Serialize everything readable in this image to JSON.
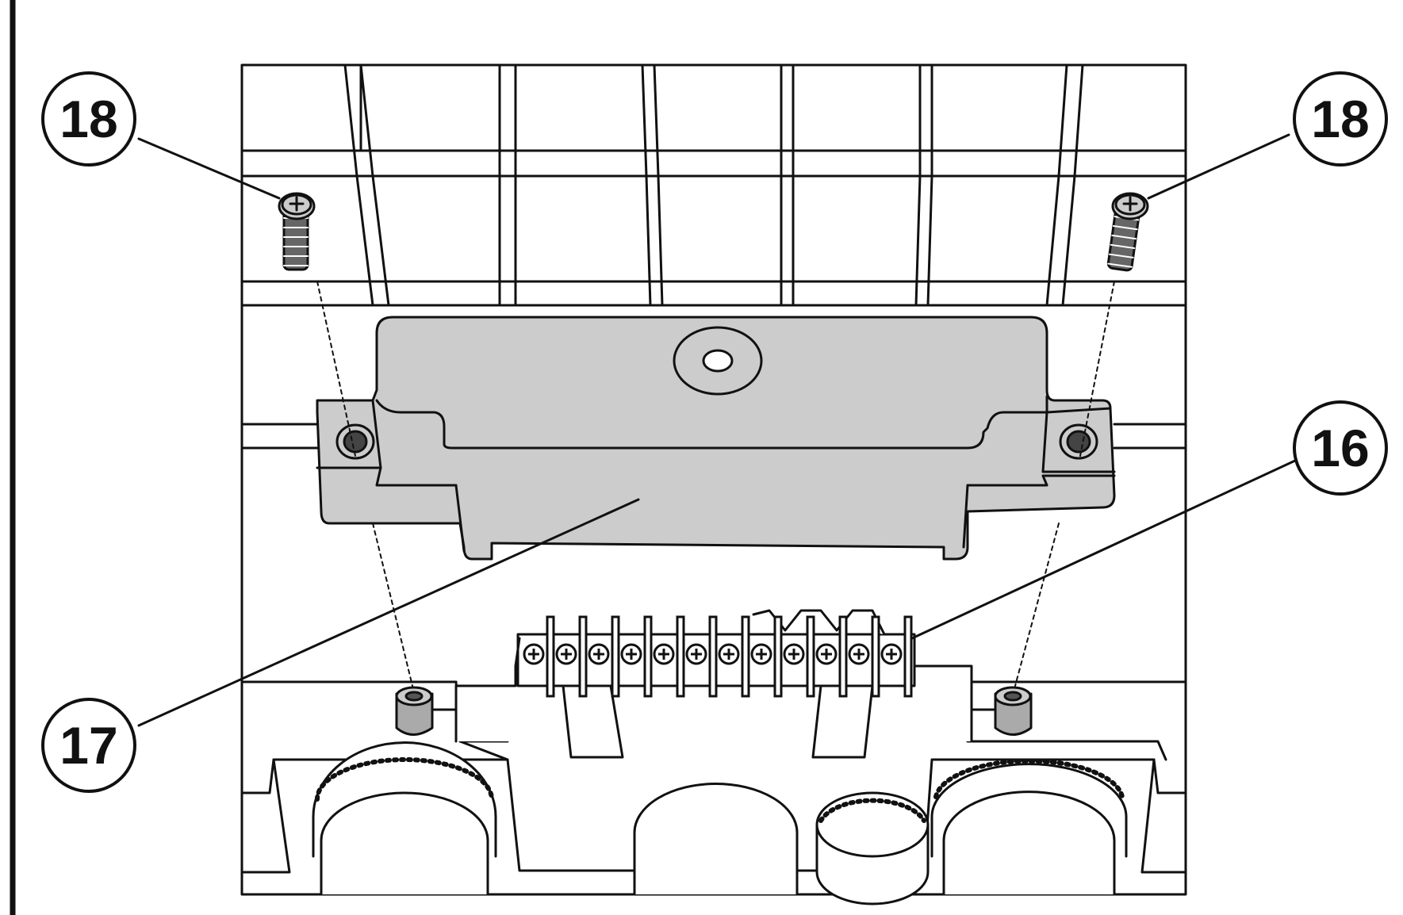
{
  "callouts": {
    "screw_left": "18",
    "screw_right": "18",
    "terminal_block": "16",
    "cover": "17"
  },
  "colors": {
    "line": "#111111",
    "cover_fill": "#cccccc",
    "background": "#ffffff"
  }
}
